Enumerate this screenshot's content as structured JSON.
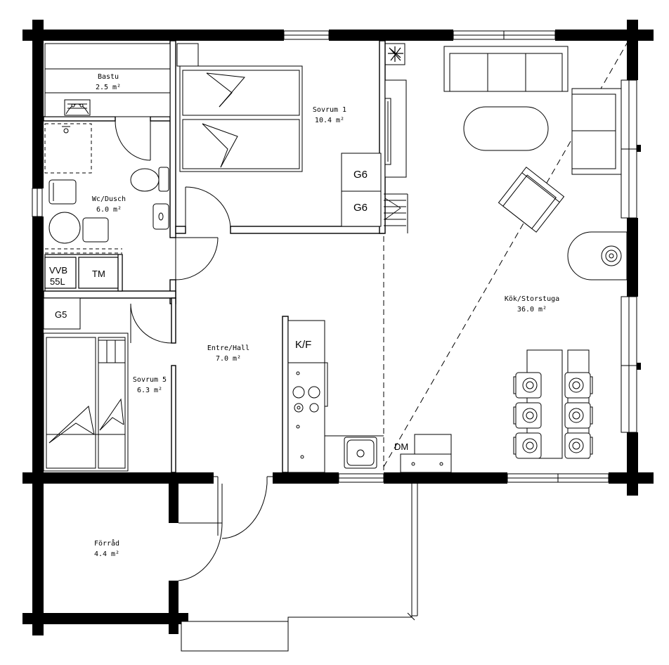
{
  "rooms": {
    "bastu": {
      "name": "Bastu",
      "area": "2.5 m²"
    },
    "wc": {
      "name": "Wc/Dusch",
      "area": "6.0 m²"
    },
    "sovrum1": {
      "name": "Sovrum 1",
      "area": "10.4 m²"
    },
    "sovrum5": {
      "name": "Sovrum 5",
      "area": "6.3 m²"
    },
    "entre": {
      "name": "Entre/Hall",
      "area": "7.0 m²"
    },
    "kok": {
      "name": "Kök/Storstuga",
      "area": "36.0 m²"
    },
    "forrad": {
      "name": "Förråd",
      "area": "4.4 m²"
    }
  },
  "fixtures": {
    "g6_top": "G6",
    "g6_bottom": "G6",
    "g5": "G5",
    "vvb_line1": "VVB",
    "vvb_line2": "55L",
    "tm": "TM",
    "kf": "K/F",
    "dm": "DM"
  },
  "colors": {
    "wall": "#000000",
    "line": "#000000",
    "background": "#ffffff"
  }
}
